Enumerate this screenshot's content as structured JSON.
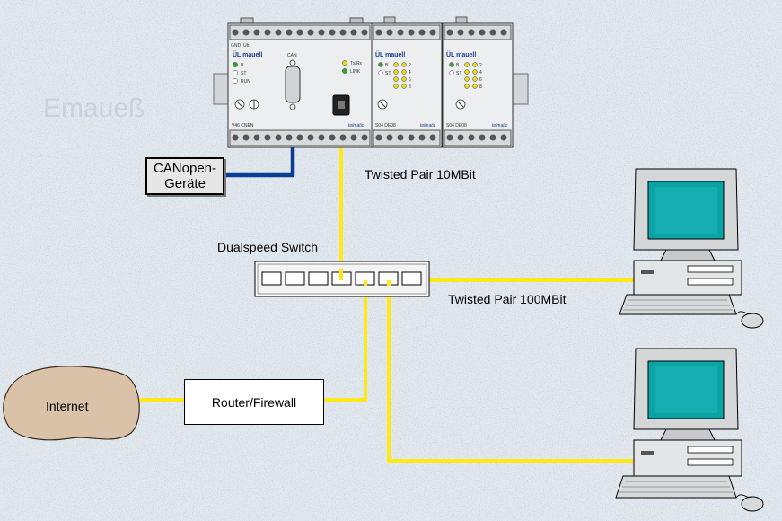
{
  "labels": {
    "can_devices_line1": "CANopen-",
    "can_devices_line2": "Geräte",
    "twisted_10": "Twisted Pair 10MBit",
    "twisted_100": "Twisted Pair 100MBit",
    "switch": "Dualspeed Switch",
    "internet": "Internet",
    "router": "Router/Firewall",
    "watermark": "Emaueß"
  },
  "modules": {
    "main": {
      "brand": "ÜL mauell",
      "model": "V46 CNEN",
      "vendor": "telmatic",
      "gnd": "GND",
      "ub": "Ub",
      "can": "CAN",
      "leds": [
        "B",
        "ST",
        "RUN"
      ],
      "txrx": "Tx/Rx",
      "link": "LINK"
    },
    "io1": {
      "brand": "ÜL mauell",
      "model": "S04 DE08",
      "vendor": "telmatic",
      "leds_left": [
        "B",
        "ST"
      ],
      "leds_right": [
        "2",
        "4",
        "6",
        "8"
      ]
    },
    "io2": {
      "brand": "ÜL mauell",
      "model": "S04 DE08",
      "vendor": "telmatic",
      "leds_left": [
        "B",
        "ST"
      ],
      "leds_right": [
        "2",
        "4",
        "6",
        "8"
      ]
    }
  },
  "colors": {
    "background": "#dfe6ea",
    "ethernet_cable": "#ffe81a",
    "can_cable": "#0a3d91",
    "monitor_screen": "#0aa3a6",
    "internet_cloud": "#d9c2a8"
  }
}
